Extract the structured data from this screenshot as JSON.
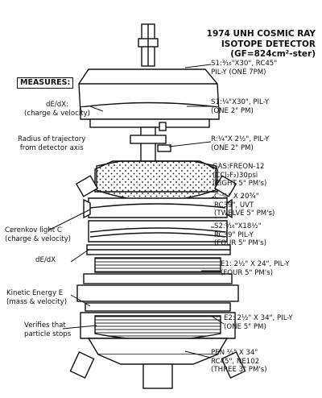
{
  "title": "1974 UNH COSMIC RAY\nISOTOPE DETECTOR\n(GF=824cm²-ster)",
  "measures_label": "MEASURES:",
  "left_labels": {
    "dedx_upper": "dE/dX:\n(charge & velocity)",
    "trajectory": "Radius of trajectory\nfrom detector axis",
    "cerenkov": "Cerenkov light C\n(charge & velocity)",
    "dedx_lower": "dE/dX",
    "kinetic": "Kinetic Energy E\n(mass & velocity)",
    "verifies": "Verifies that\nparticle stops"
  },
  "right_labels": {
    "s1": "S1:³⁄₁₆\"X30\", RC45\"\nPIL-Y (ONE 7PM)",
    "s1b": "S1:¹⁄₄\"X30\", PIL-Y\n(ONE 2\" PM)",
    "r": "R:¹⁄₄\"X 2½\", PIL-Y\n(ONE 2\" PM)",
    "gas": "GAS:FREON-12\n(CCl₂F₂)30psi\n(EIGHT 5\" PM's)",
    "c": "C:³⁄₄\" X 20¾\"\nRC39\", UVT\n(TWELVE 5\" PM's)",
    "s2": "S2:⁵⁄₁₆\"X18½\"\nRC39\" PIL-Y\n(FOUR 5\" PM's)",
    "e1": "E1: 2½\" X 24\", PIL-Y\n(FOUR 5\" PM's)",
    "e2": "E2: 2½\" X 34\", PIL-Y\n(ONE 5\" PM)",
    "pen": "PEN ½\" X 34\"\nRC45\", NE102\n(THREE 3\" PM's)"
  },
  "colors": {
    "ink": "#111111",
    "paper": "#ffffff"
  }
}
